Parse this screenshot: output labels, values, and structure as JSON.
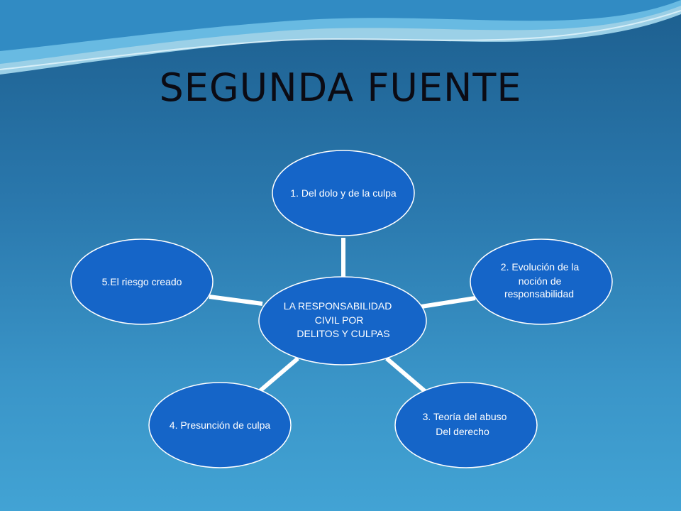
{
  "slide": {
    "title": "SEGUNDA FUENTE"
  },
  "colors": {
    "node_fill": "#1565c8",
    "node_stroke": "#ffffff",
    "connector": "#ffffff",
    "title_text": "#0b0b14"
  },
  "diagram": {
    "center": {
      "lines": [
        "LA RESPONSABILIDAD",
        "CIVIL POR",
        "DELITOS Y CULPAS"
      ]
    },
    "nodes": [
      {
        "id": "n1",
        "lines": [
          "1. Del dolo y de la culpa"
        ]
      },
      {
        "id": "n2",
        "lines": [
          "2. Evolución de la",
          "noción de",
          "responsabilidad"
        ]
      },
      {
        "id": "n3",
        "lines": [
          "3. Teoría del abuso",
          "Del derecho"
        ]
      },
      {
        "id": "n4",
        "lines": [
          "4. Presunción de culpa"
        ]
      },
      {
        "id": "n5",
        "lines": [
          "5.El riesgo creado"
        ]
      }
    ]
  }
}
